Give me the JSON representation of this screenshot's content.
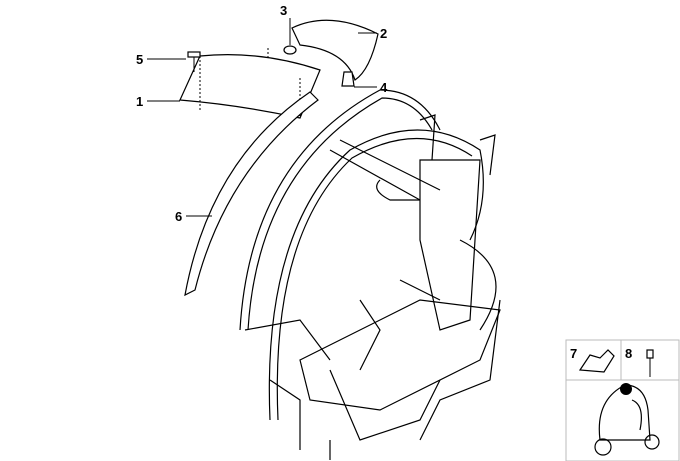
{
  "diagram": {
    "callouts": [
      {
        "number": "1",
        "part": "cover-panel"
      },
      {
        "number": "2",
        "part": "rear-cap"
      },
      {
        "number": "3",
        "part": "grommet"
      },
      {
        "number": "4",
        "part": "clip"
      },
      {
        "number": "5",
        "part": "screw"
      },
      {
        "number": "6",
        "part": "trim-strip"
      },
      {
        "number": "7",
        "part": "clamp"
      },
      {
        "number": "8",
        "part": "rivet"
      }
    ]
  }
}
